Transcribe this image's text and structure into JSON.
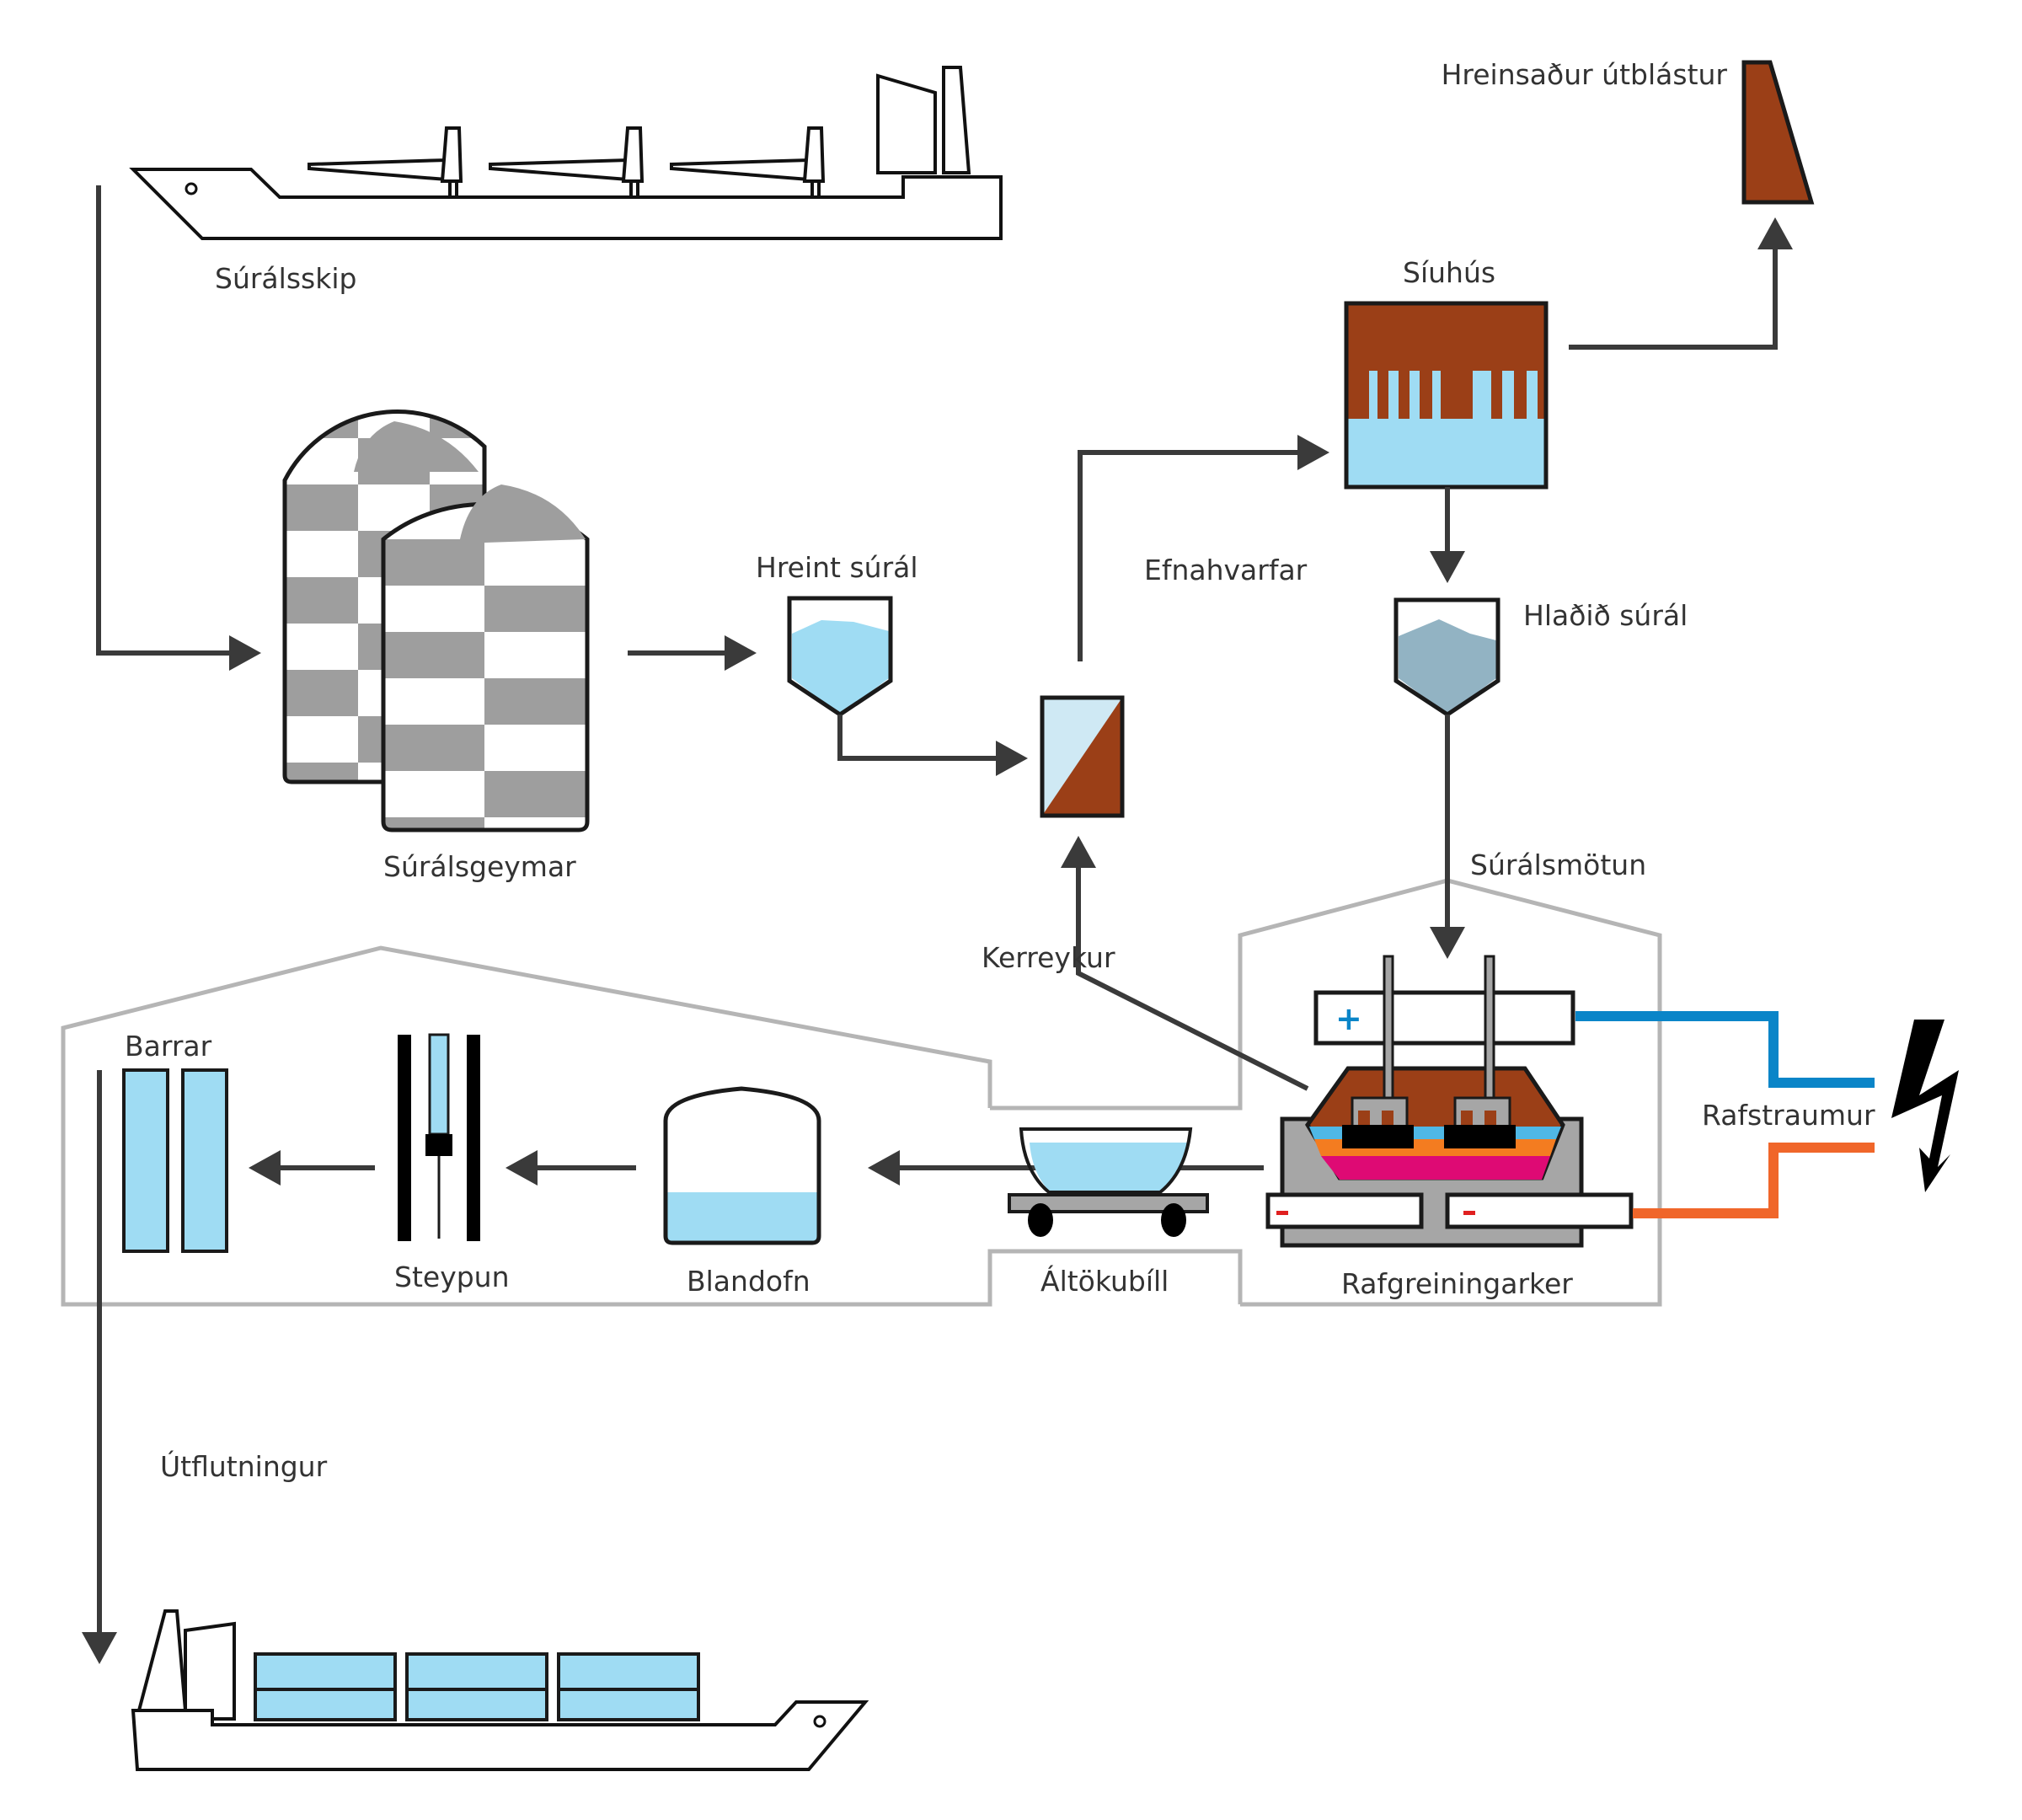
{
  "title": "Aluminium production process flow",
  "colors": {
    "alumina_blue": "#9fdcf3",
    "loaded_alumina": "#92b3c3",
    "brown": "#9b3f17",
    "gray_checker": "#9e9e9e",
    "anode_line": "#0a85c8",
    "cathode_line": "#f0662a",
    "bath_blue": "#4fb8e6",
    "metal_orange": "#f47c20",
    "pot_magenta": "#de0a74",
    "cell_gray": "#a6a6a6",
    "building_outline": "#b5b5b5"
  },
  "labels": {
    "alumina_ship": "Súrálsskip",
    "alumina_silos": "Súrálsgeymar",
    "clean_alumina": "Hreint súrál",
    "reactor": "Efnahvarfar",
    "filter_house": "Síuhús",
    "cleaned_emission": "Hreinsaður útblástur",
    "loaded_alumina": "Hlaðið súrál",
    "alumina_feed": "Súrálsmötun",
    "pot_fumes": "Kerreykur",
    "electric_current": "Rafstraumur",
    "potroom": "Rafgreiningarker",
    "tapping_vehicle": "Áltökubíll",
    "holding_furnace": "Blandofn",
    "casting": "Steypun",
    "ingots": "Barrar",
    "export": "Útflutningur"
  },
  "symbols": {
    "anode_sign": "+",
    "cathode_sign": "−"
  }
}
